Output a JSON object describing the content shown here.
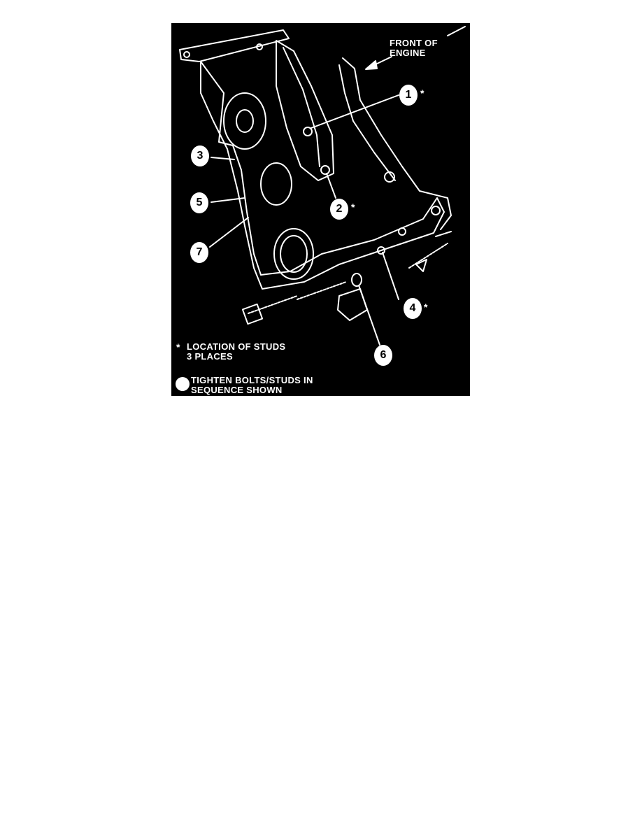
{
  "figure": {
    "direction_label_line1": "FRONT OF",
    "direction_label_line2": "ENGINE",
    "callouts": [
      "1",
      "2",
      "3",
      "4",
      "5",
      "6",
      "7"
    ],
    "stud_marker": "*",
    "legend": {
      "stud_line1": "LOCATION OF STUDS",
      "stud_line2": "3 PLACES",
      "sequence_line1": "TIGHTEN BOLTS/STUDS IN",
      "sequence_line2": "SEQUENCE SHOWN"
    },
    "colors": {
      "background": "#000000",
      "ink": "#ffffff"
    }
  }
}
